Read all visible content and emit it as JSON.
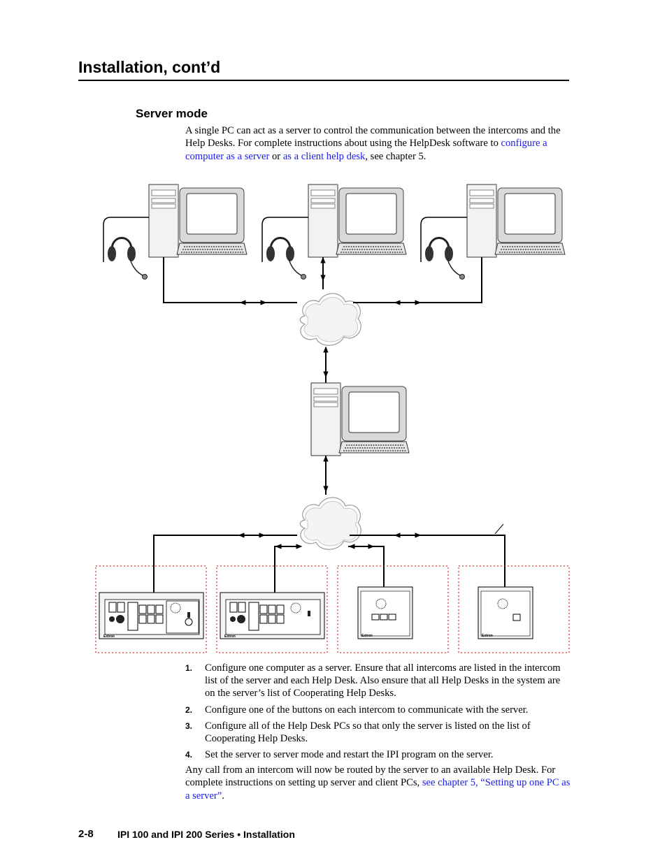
{
  "header": {
    "section_title": "Installation, cont’d"
  },
  "section": {
    "title": "Server mode",
    "intro_before": "A single PC can act as a server to control the communication between the intercoms and the Help Desks.  For complete instructions about using the HelpDesk software to ",
    "link_server": "configure a computer as a server",
    "intro_or": " or ",
    "link_client": "as a client help desk",
    "intro_after": ", see chapter 5."
  },
  "steps": [
    {
      "num": "1.",
      "text": "Configure one computer as a server.  Ensure that all intercoms are listed in the intercom list of the server and each Help Desk.  Also ensure that all Help Desks in the system are on the server’s list of Cooperating Help Desks."
    },
    {
      "num": "2.",
      "text": "Configure one of the buttons on each intercom to communicate with the server."
    },
    {
      "num": "3.",
      "text": "Configure all of the Help Desk PCs so that only the server is listed on the list of Cooperating Help Desks."
    },
    {
      "num": "4.",
      "text": "Set the server to server mode and restart the IPI program on the server."
    }
  ],
  "closing": {
    "text_before": "Any call from an intercom will now be routed by the server to an available Help Desk.  For complete instructions on setting up server and client PCs, ",
    "link": "see chapter 5, “Setting up one PC as a server”",
    "text_after": "."
  },
  "footer": {
    "page_number": "2-8",
    "doc_title": "IPI 100 and IPI 200 Series • Installation"
  },
  "diagram": {
    "device_brand": "Extron"
  },
  "colors": {
    "link": "#1a1aee",
    "enclosure_border": "#cc0000"
  }
}
